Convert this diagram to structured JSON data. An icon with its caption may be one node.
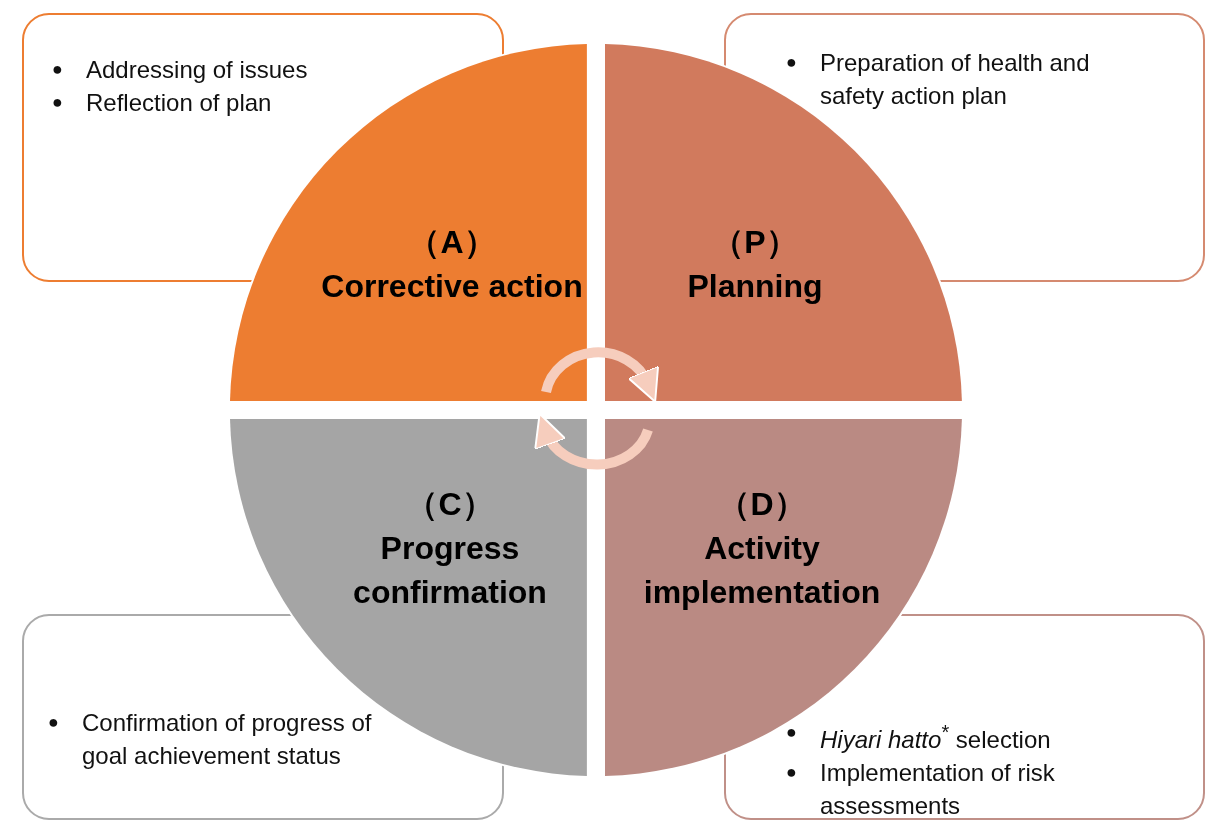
{
  "diagram": {
    "nodes": [
      {
        "text": [
          "Addressing of issues",
          "Reflection of plan"
        ]
      },
      {
        "text": [
          "Preparation of health and safety action plan"
        ]
      },
      {
        "text": [
          "（A）",
          "Corrective action"
        ]
      },
      {
        "text": [
          "（P）",
          "Planning"
        ]
      },
      {
        "text": [
          "（C）",
          "Progress confirmation"
        ]
      },
      {
        "text": [
          "（D）",
          "Activity implementation"
        ]
      },
      {
        "text": [
          "Confirmation of progress of goal achievement status"
        ]
      },
      {
        "text": [
          "*Hiyari hatto*$^{*}$ selection",
          "Implementation of risk assessments"
        ]
      }
    ],
    "edges": [
      {
        "from": 2,
        "to": 3,
        "arrow": "to"
      },
      {
        "from": 5,
        "to": 4,
        "arrow": "to"
      }
    ],
    "labels": [
      "●",
      "●",
      "●",
      "●",
      "●",
      "●"
    ]
  }
}
